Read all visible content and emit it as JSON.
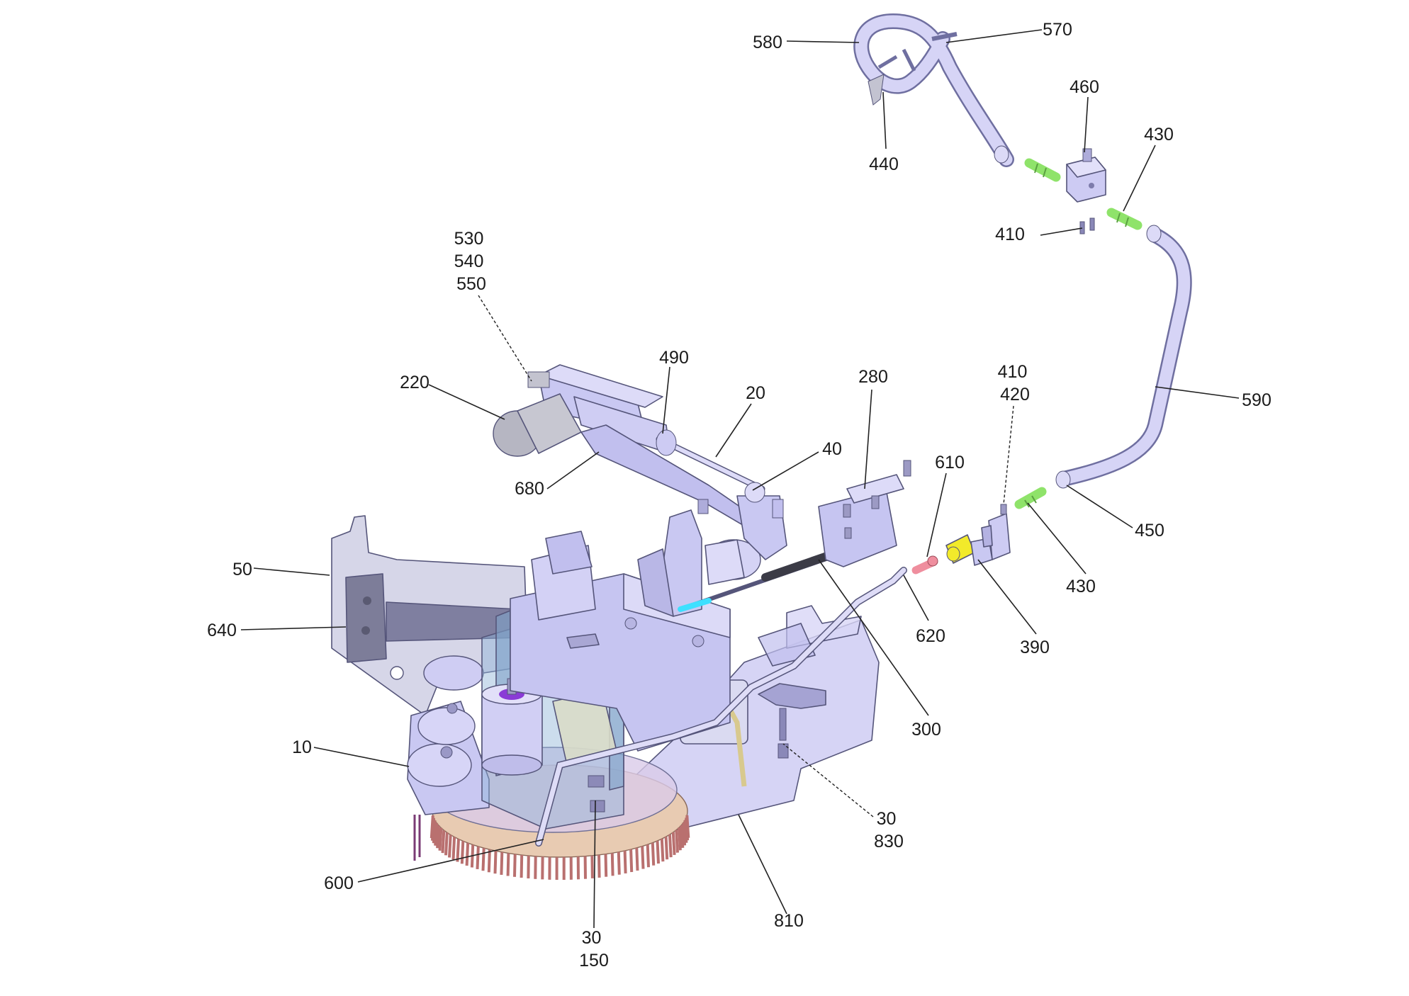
{
  "colors": {
    "part_fill": "#c9c8f2",
    "part_fill_light": "#dedcf7",
    "part_shadow": "#8f8dc2",
    "hose": "#d6d4f6",
    "green_fitting": "#8fe36a",
    "yellow_fitting": "#f2ea2a",
    "red_fitting": "#ef8e9e",
    "cyan_tip": "#3ee0ff",
    "purple_cap": "#8a3bd6",
    "brush": "#b9706f",
    "dark_cable": "#3b3b46",
    "motor_grey": "#b9b9c4"
  },
  "callouts": [
    {
      "id": "c580",
      "lines": [
        "580"
      ]
    },
    {
      "id": "c570",
      "lines": [
        "570"
      ]
    },
    {
      "id": "c440",
      "lines": [
        "440"
      ]
    },
    {
      "id": "c460",
      "lines": [
        "460"
      ]
    },
    {
      "id": "c430a",
      "lines": [
        "430"
      ]
    },
    {
      "id": "c410a",
      "lines": [
        "410"
      ]
    },
    {
      "id": "c530",
      "lines": [
        "530",
        "540",
        "550"
      ]
    },
    {
      "id": "c490",
      "lines": [
        "490"
      ]
    },
    {
      "id": "c220",
      "lines": [
        "220"
      ]
    },
    {
      "id": "c20",
      "lines": [
        "20"
      ]
    },
    {
      "id": "c280",
      "lines": [
        "280"
      ]
    },
    {
      "id": "c410b",
      "lines": [
        "410",
        "420"
      ]
    },
    {
      "id": "c590",
      "lines": [
        "590"
      ]
    },
    {
      "id": "c40",
      "lines": [
        "40"
      ]
    },
    {
      "id": "c610",
      "lines": [
        "610"
      ]
    },
    {
      "id": "c680",
      "lines": [
        "680"
      ]
    },
    {
      "id": "c450",
      "lines": [
        "450"
      ]
    },
    {
      "id": "c430b",
      "lines": [
        "430"
      ]
    },
    {
      "id": "c50",
      "lines": [
        "50"
      ]
    },
    {
      "id": "c620",
      "lines": [
        "620"
      ]
    },
    {
      "id": "c640",
      "lines": [
        "640"
      ]
    },
    {
      "id": "c390",
      "lines": [
        "390"
      ]
    },
    {
      "id": "c300",
      "lines": [
        "300"
      ]
    },
    {
      "id": "c10",
      "lines": [
        "10"
      ]
    },
    {
      "id": "c30a",
      "lines": [
        "30",
        "830"
      ]
    },
    {
      "id": "c600",
      "lines": [
        "600"
      ]
    },
    {
      "id": "c810",
      "lines": [
        "810"
      ]
    },
    {
      "id": "c30b",
      "lines": [
        "30",
        "150"
      ]
    }
  ]
}
